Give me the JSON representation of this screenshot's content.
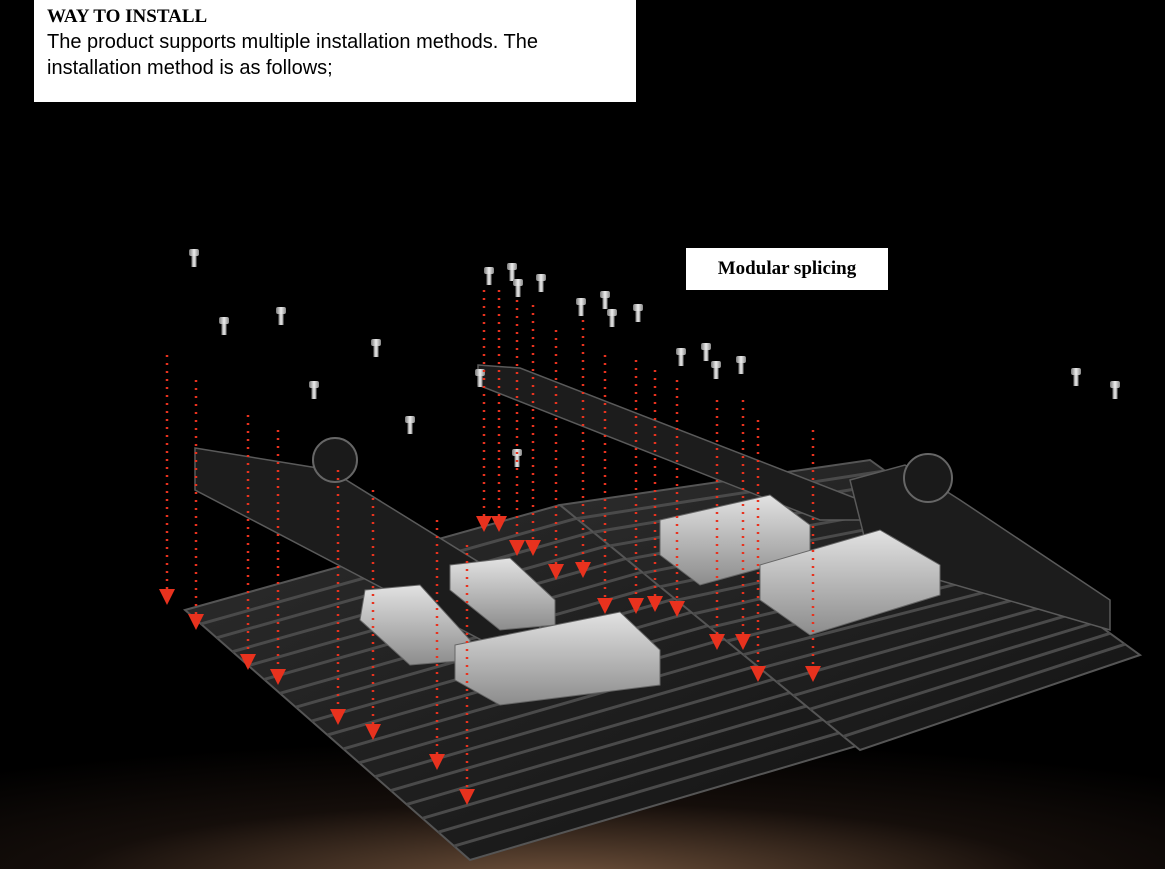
{
  "intro": {
    "title": "WAY TO INSTALL",
    "body": "The product supports multiple installation methods. The installation method is as follows;"
  },
  "method_label": "Modular splicing",
  "colors": {
    "background": "#000000",
    "arrow": "#e8321e",
    "driver": "#b9b9b9",
    "housing": "#2a2a2a"
  }
}
